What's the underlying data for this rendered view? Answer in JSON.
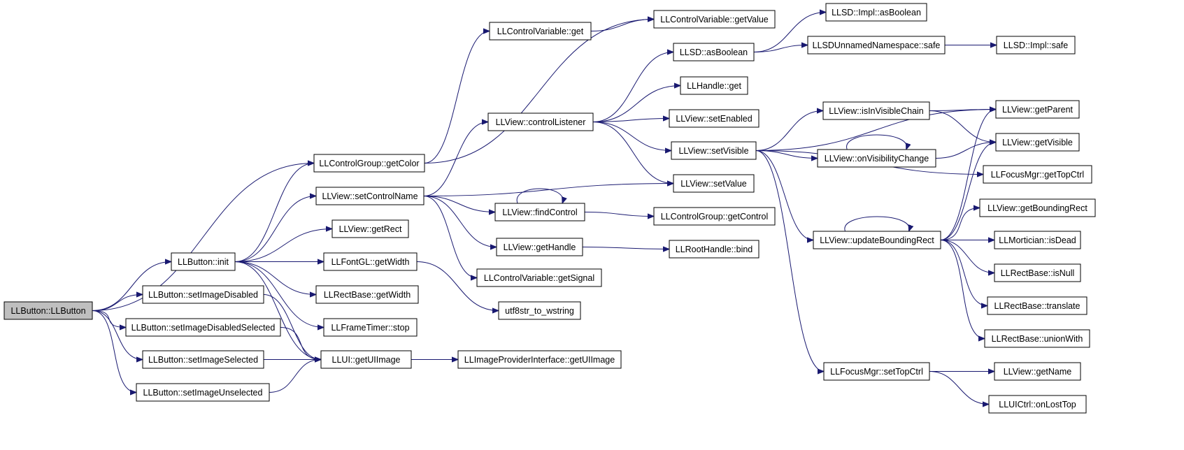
{
  "nodes": [
    {
      "id": "n0",
      "label": "LLButton::LLButton",
      "root": true
    },
    {
      "id": "n1",
      "label": "LLButton::init"
    },
    {
      "id": "n2",
      "label": "LLButton::setImageDisabled"
    },
    {
      "id": "n3",
      "label": "LLButton::setImageDisabledSelected"
    },
    {
      "id": "n4",
      "label": "LLButton::setImageSelected"
    },
    {
      "id": "n5",
      "label": "LLButton::setImageUnselected"
    },
    {
      "id": "n6",
      "label": "LLControlGroup::getColor"
    },
    {
      "id": "n7",
      "label": "LLView::setControlName"
    },
    {
      "id": "n8",
      "label": "LLView::getRect"
    },
    {
      "id": "n9",
      "label": "LLFontGL::getWidth"
    },
    {
      "id": "n10",
      "label": "LLRectBase::getWidth"
    },
    {
      "id": "n11",
      "label": "LLFrameTimer::stop"
    },
    {
      "id": "n12",
      "label": "LLUI::getUIImage"
    },
    {
      "id": "n13",
      "label": "LLControlVariable::get"
    },
    {
      "id": "n14",
      "label": "LLView::controlListener"
    },
    {
      "id": "n15",
      "label": "LLView::findControl"
    },
    {
      "id": "n16",
      "label": "LLView::getHandle"
    },
    {
      "id": "n17",
      "label": "LLControlVariable::getSignal"
    },
    {
      "id": "n18",
      "label": "utf8str_to_wstring"
    },
    {
      "id": "n19",
      "label": "LLImageProviderInterface::getUIImage"
    },
    {
      "id": "n20",
      "label": "LLControlVariable::getValue"
    },
    {
      "id": "n21",
      "label": "LLSD::asBoolean"
    },
    {
      "id": "n22",
      "label": "LLHandle::get"
    },
    {
      "id": "n23",
      "label": "LLView::setEnabled"
    },
    {
      "id": "n24",
      "label": "LLView::setVisible"
    },
    {
      "id": "n25",
      "label": "LLView::setValue"
    },
    {
      "id": "n26",
      "label": "LLControlGroup::getControl"
    },
    {
      "id": "n27",
      "label": "LLRootHandle::bind"
    },
    {
      "id": "n28",
      "label": "LLSD::Impl::asBoolean"
    },
    {
      "id": "n29",
      "label": "LLSDUnnamedNamespace::safe"
    },
    {
      "id": "n30",
      "label": "LLSD::Impl::safe"
    },
    {
      "id": "n31",
      "label": "LLView::isInVisibleChain"
    },
    {
      "id": "n32",
      "label": "LLView::onVisibilityChange"
    },
    {
      "id": "n33",
      "label": "LLView::updateBoundingRect"
    },
    {
      "id": "n34",
      "label": "LLFocusMgr::setTopCtrl"
    },
    {
      "id": "n35",
      "label": "LLView::getParent"
    },
    {
      "id": "n36",
      "label": "LLView::getVisible"
    },
    {
      "id": "n37",
      "label": "LLFocusMgr::getTopCtrl"
    },
    {
      "id": "n38",
      "label": "LLView::getBoundingRect"
    },
    {
      "id": "n39",
      "label": "LLMortician::isDead"
    },
    {
      "id": "n40",
      "label": "LLRectBase::isNull"
    },
    {
      "id": "n41",
      "label": "LLRectBase::translate"
    },
    {
      "id": "n42",
      "label": "LLRectBase::unionWith"
    },
    {
      "id": "n43",
      "label": "LLView::getName"
    },
    {
      "id": "n44",
      "label": "LLUICtrl::onLostTop"
    }
  ],
  "edges": [
    [
      "n0",
      "n1"
    ],
    [
      "n0",
      "n2"
    ],
    [
      "n0",
      "n3"
    ],
    [
      "n0",
      "n4"
    ],
    [
      "n0",
      "n5"
    ],
    [
      "n0",
      "n6"
    ],
    [
      "n1",
      "n6"
    ],
    [
      "n1",
      "n7"
    ],
    [
      "n1",
      "n8"
    ],
    [
      "n1",
      "n9"
    ],
    [
      "n1",
      "n10"
    ],
    [
      "n1",
      "n11"
    ],
    [
      "n1",
      "n12"
    ],
    [
      "n2",
      "n12"
    ],
    [
      "n3",
      "n12"
    ],
    [
      "n4",
      "n12"
    ],
    [
      "n5",
      "n12"
    ],
    [
      "n6",
      "n13"
    ],
    [
      "n6",
      "n20"
    ],
    [
      "n7",
      "n14"
    ],
    [
      "n7",
      "n15"
    ],
    [
      "n7",
      "n16"
    ],
    [
      "n7",
      "n17"
    ],
    [
      "n7",
      "n25"
    ],
    [
      "n9",
      "n18"
    ],
    [
      "n12",
      "n19"
    ],
    [
      "n13",
      "n20"
    ],
    [
      "n14",
      "n21"
    ],
    [
      "n14",
      "n22"
    ],
    [
      "n14",
      "n23"
    ],
    [
      "n14",
      "n24"
    ],
    [
      "n14",
      "n25"
    ],
    [
      "n15",
      "n15"
    ],
    [
      "n15",
      "n26"
    ],
    [
      "n16",
      "n27"
    ],
    [
      "n21",
      "n28"
    ],
    [
      "n21",
      "n29"
    ],
    [
      "n29",
      "n30"
    ],
    [
      "n24",
      "n31"
    ],
    [
      "n24",
      "n32"
    ],
    [
      "n24",
      "n33"
    ],
    [
      "n24",
      "n34"
    ],
    [
      "n24",
      "n35"
    ],
    [
      "n24",
      "n37"
    ],
    [
      "n31",
      "n35"
    ],
    [
      "n31",
      "n36"
    ],
    [
      "n32",
      "n32"
    ],
    [
      "n32",
      "n36"
    ],
    [
      "n33",
      "n33"
    ],
    [
      "n33",
      "n35"
    ],
    [
      "n33",
      "n36"
    ],
    [
      "n33",
      "n38"
    ],
    [
      "n33",
      "n39"
    ],
    [
      "n33",
      "n40"
    ],
    [
      "n33",
      "n41"
    ],
    [
      "n33",
      "n42"
    ],
    [
      "n34",
      "n43"
    ],
    [
      "n34",
      "n44"
    ]
  ]
}
